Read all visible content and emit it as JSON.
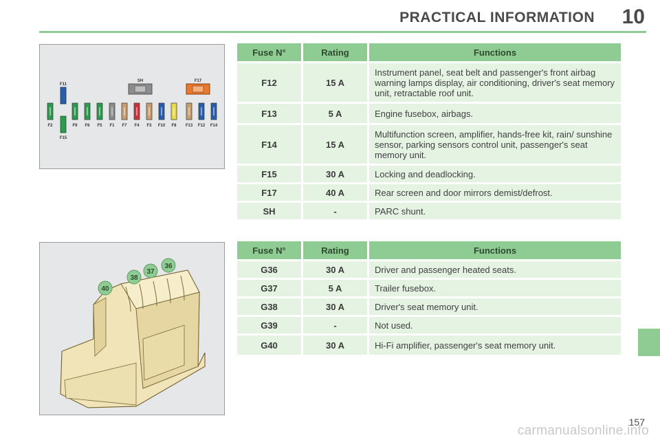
{
  "header": {
    "title": "PRACTICAL INFORMATION",
    "chapter": "10"
  },
  "page_number": "157",
  "watermark": "carmanualsonline.info",
  "diagram1": {
    "labels": {
      "sh": "SH",
      "f17": "F17",
      "f11": "F11",
      "f15": "F15",
      "bottom": [
        "F2",
        "F9",
        "F6",
        "F5",
        "F1",
        "F7",
        "F4",
        "F3",
        "F10",
        "F8",
        "F13",
        "F12",
        "F14"
      ]
    }
  },
  "diagram2": {
    "labels": [
      "36",
      "37",
      "38",
      "40"
    ]
  },
  "table1": {
    "headers": {
      "fuse": "Fuse N°",
      "rating": "Rating",
      "functions": "Functions"
    },
    "rows": [
      {
        "fuse": "F12",
        "rating": "15 A",
        "functions": "Instrument panel, seat belt and passenger's front airbag warning lamps display, air conditioning, driver's seat memory unit, retractable roof unit."
      },
      {
        "fuse": "F13",
        "rating": "5 A",
        "functions": "Engine fusebox, airbags."
      },
      {
        "fuse": "F14",
        "rating": "15 A",
        "functions": "Multifunction screen, amplifier, hands-free kit, rain/ sunshine sensor, parking sensors control unit, passenger's seat memory unit."
      },
      {
        "fuse": "F15",
        "rating": "30 A",
        "functions": "Locking and deadlocking."
      },
      {
        "fuse": "F17",
        "rating": "40 A",
        "functions": "Rear screen and door mirrors demist/defrost."
      },
      {
        "fuse": "SH",
        "rating": "-",
        "functions": "PARC shunt."
      }
    ]
  },
  "table2": {
    "headers": {
      "fuse": "Fuse N°",
      "rating": "Rating",
      "functions": "Functions"
    },
    "rows": [
      {
        "fuse": "G36",
        "rating": "30 A",
        "functions": "Driver and passenger heated seats."
      },
      {
        "fuse": "G37",
        "rating": "5 A",
        "functions": "Trailer fusebox."
      },
      {
        "fuse": "G38",
        "rating": "30 A",
        "functions": "Driver's seat memory unit."
      },
      {
        "fuse": "G39",
        "rating": "-",
        "functions": "Not used."
      },
      {
        "fuse": "G40",
        "rating": "30 A",
        "functions": "Hi-Fi amplifier, passenger's seat memory unit."
      }
    ]
  },
  "colors": {
    "accent_green": "#8fcc93",
    "row_green": "#e5f3e3",
    "fuse_green": "#2e9a4f",
    "fuse_blue": "#2a5ea8",
    "fuse_grey": "#8c8c8c",
    "fuse_tan": "#c79c6e",
    "fuse_red": "#c8343a",
    "fuse_yellow": "#e8d84a",
    "fuse_orange": "#e8782d"
  }
}
